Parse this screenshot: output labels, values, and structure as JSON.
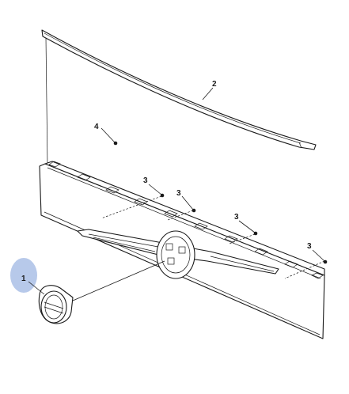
{
  "highlight_color": "#b7c9ea",
  "callouts": {
    "c1": "1",
    "c2": "2",
    "c3a": "3",
    "c3b": "3",
    "c3c": "3",
    "c3d": "3",
    "c4": "4"
  }
}
